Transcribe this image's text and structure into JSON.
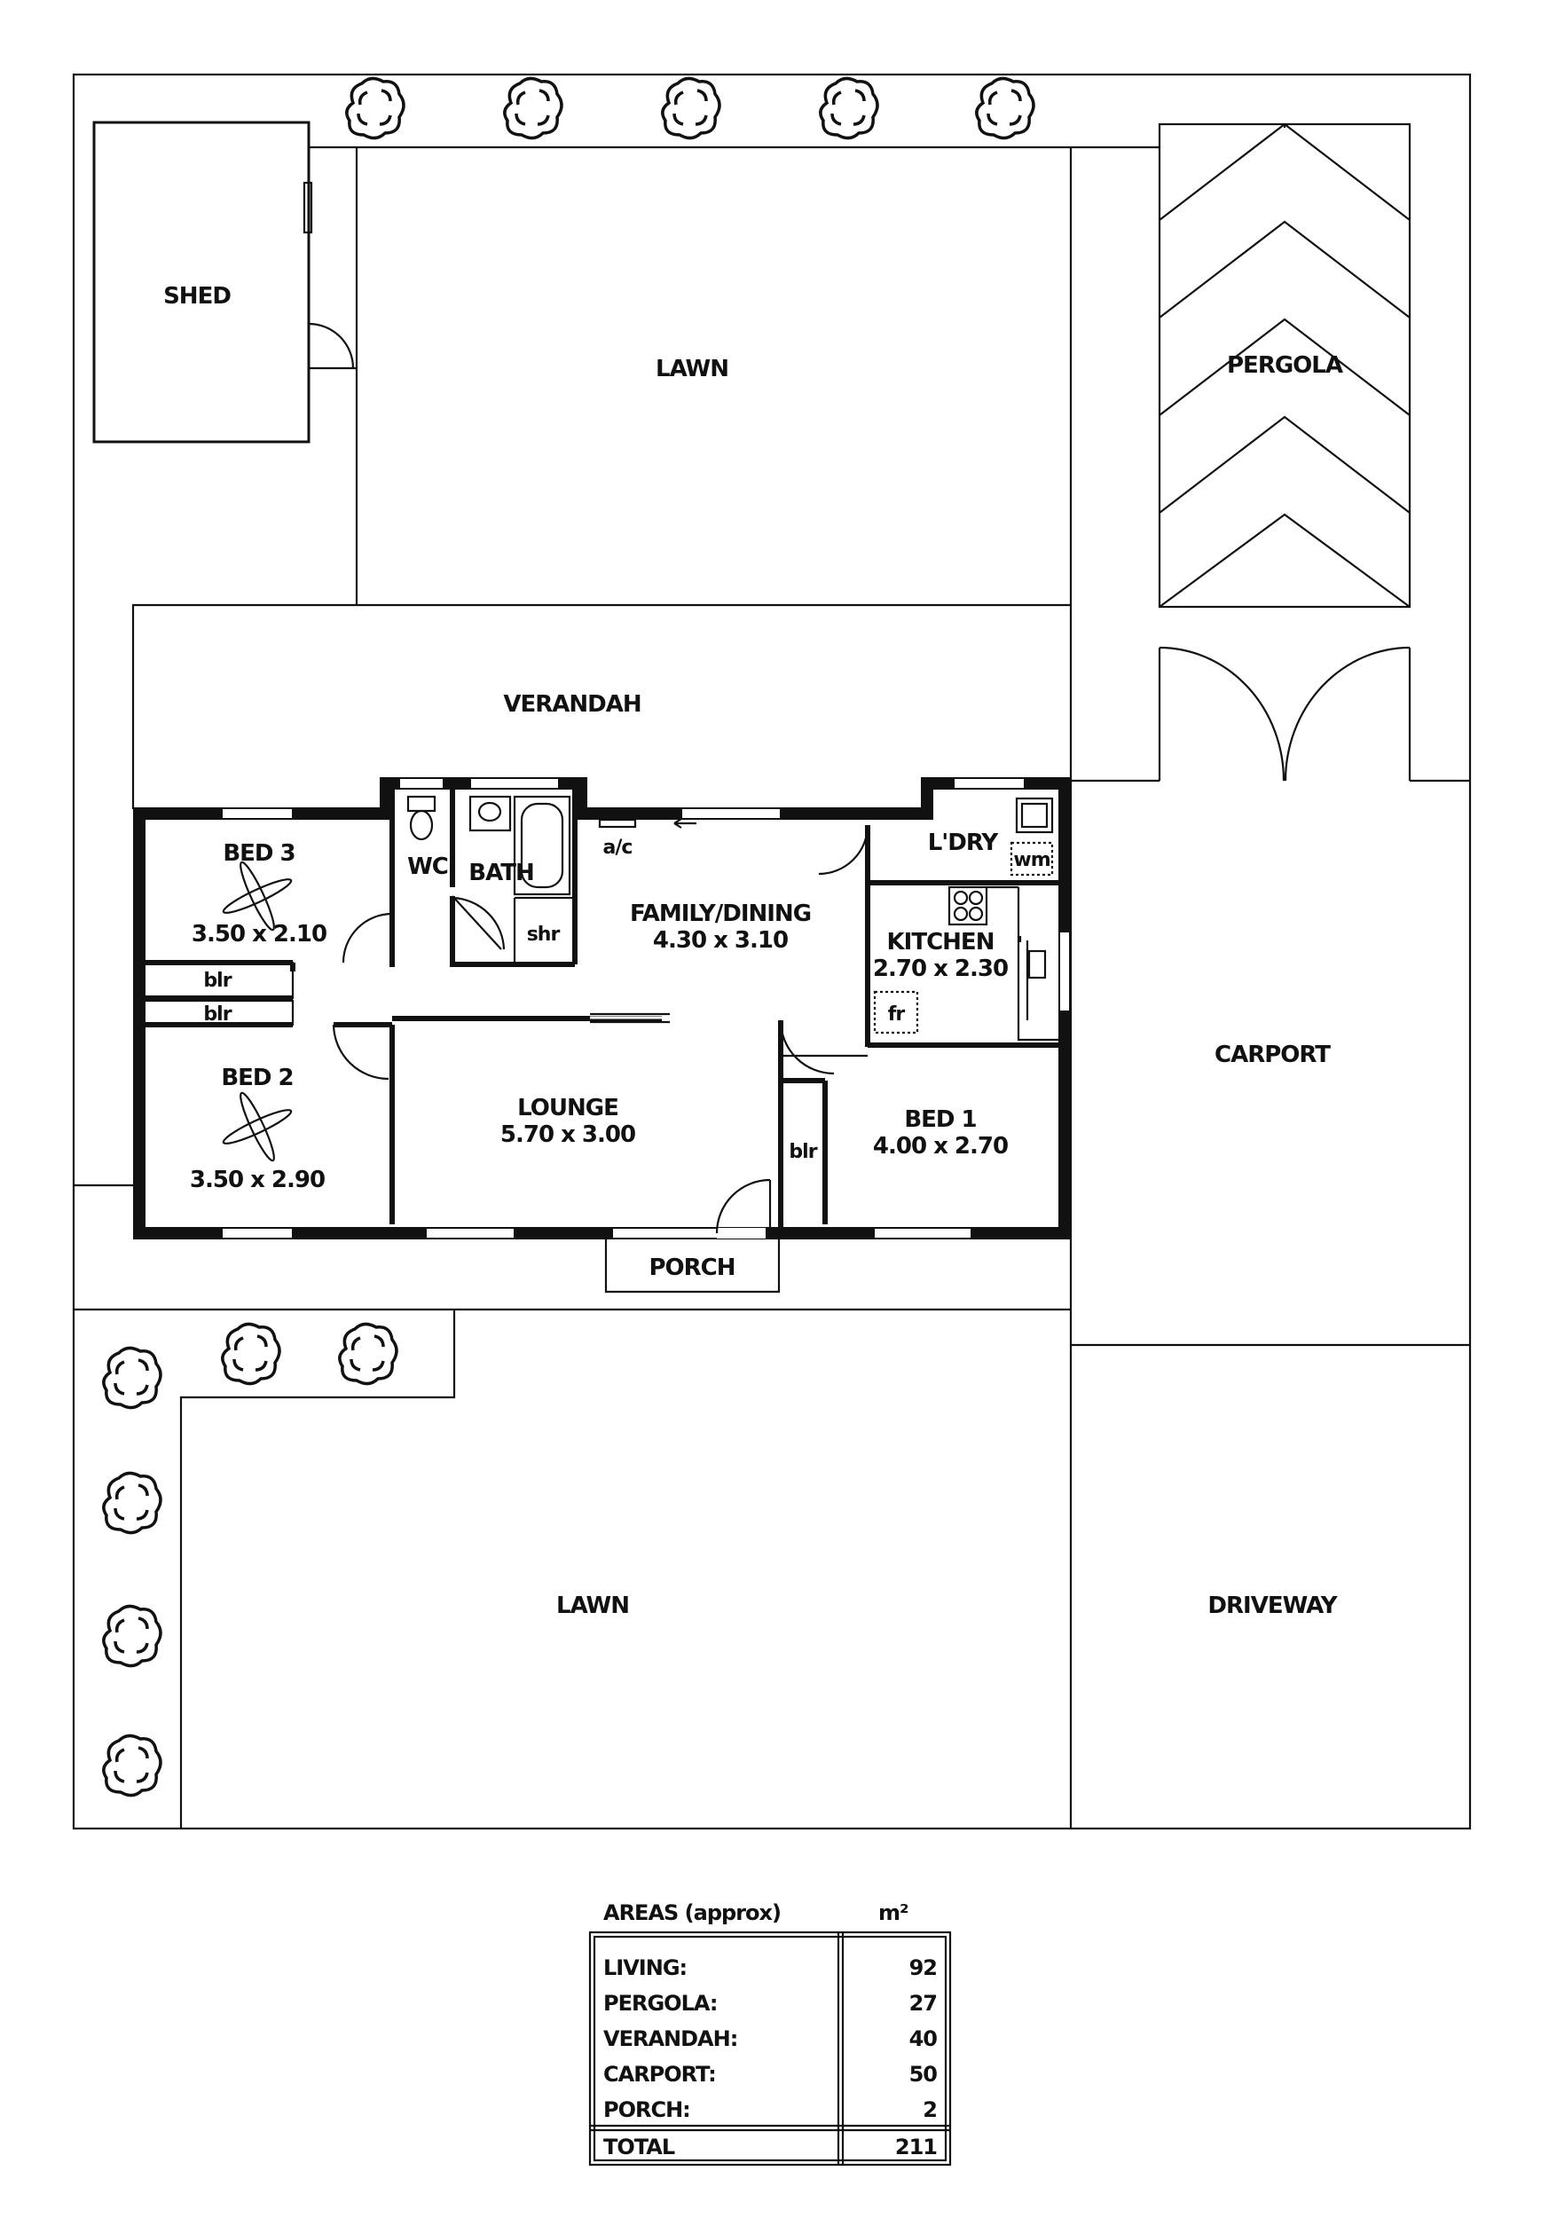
{
  "plan": {
    "rooms": {
      "shed": "SHED",
      "lawn_rear": "LAWN",
      "pergola": "PERGOLA",
      "verandah": "VERANDAH",
      "bed3": "BED 3",
      "bed3_dim": "3.50 x 2.10",
      "wc": "WC",
      "bath": "BATH",
      "shr": "shr",
      "ac": "a/c",
      "family": "FAMILY/DINING",
      "family_dim": "4.30 x 3.10",
      "ldry": "L'DRY",
      "wm": "wm",
      "kitchen": "KITCHEN",
      "kitchen_dim": "2.70 x 2.30",
      "fr": "fr",
      "carport": "CARPORT",
      "blr_top": "blr",
      "blr_bottom": "blr",
      "bed2": "BED 2",
      "bed2_dim": "3.50 x 2.90",
      "lounge": "LOUNGE",
      "lounge_dim": "5.70 x 3.00",
      "blr_bed1": "blr",
      "bed1": "BED 1",
      "bed1_dim": "4.00 x 2.70",
      "porch": "PORCH",
      "lawn_front": "LAWN",
      "driveway": "DRIVEWAY"
    }
  },
  "areas": {
    "title": "AREAS (approx)",
    "unit": "m²",
    "rows": [
      {
        "label": "LIVING:",
        "value": "92"
      },
      {
        "label": "PERGOLA:",
        "value": "27"
      },
      {
        "label": "VERANDAH:",
        "value": "40"
      },
      {
        "label": "CARPORT:",
        "value": "50"
      },
      {
        "label": "PORCH:",
        "value": "2"
      }
    ],
    "total_label": "TOTAL",
    "total_value": "211"
  }
}
